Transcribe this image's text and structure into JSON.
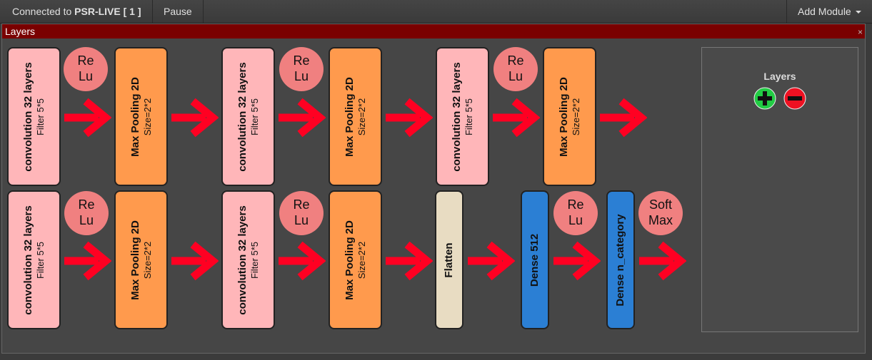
{
  "topbar": {
    "status_prefix": "Connected to ",
    "server": "PSR-LIVE [ 1 ]",
    "pause": "Pause",
    "add_module": "Add Module"
  },
  "panel": {
    "title": "Layers",
    "close": "×"
  },
  "blocks": {
    "conv": {
      "title": "convolution 32 layers",
      "sub": "Filter 5*5"
    },
    "pool": {
      "title": "Max Pooling 2D",
      "sub": "Size=2*2"
    },
    "relu": {
      "l1": "Re",
      "l2": "Lu"
    },
    "softmax": {
      "l1": "Soft",
      "l2": "Max"
    },
    "flatten": "Flatten",
    "dense512": "Dense 512",
    "dense_n": "Dense n_category"
  },
  "side_panel": {
    "label": "Layers",
    "add_icon": "plus-circle-icon",
    "remove_icon": "minus-circle-icon"
  },
  "colors": {
    "conv": "#ffb6b9",
    "pool": "#ff9a4d",
    "flatten": "#e8dcc2",
    "dense": "#2b7fd4",
    "activation": "#f08080",
    "arrow": "#ff0022",
    "add": "#22cc44",
    "remove": "#ee1122",
    "title_bar": "#7a0000"
  }
}
